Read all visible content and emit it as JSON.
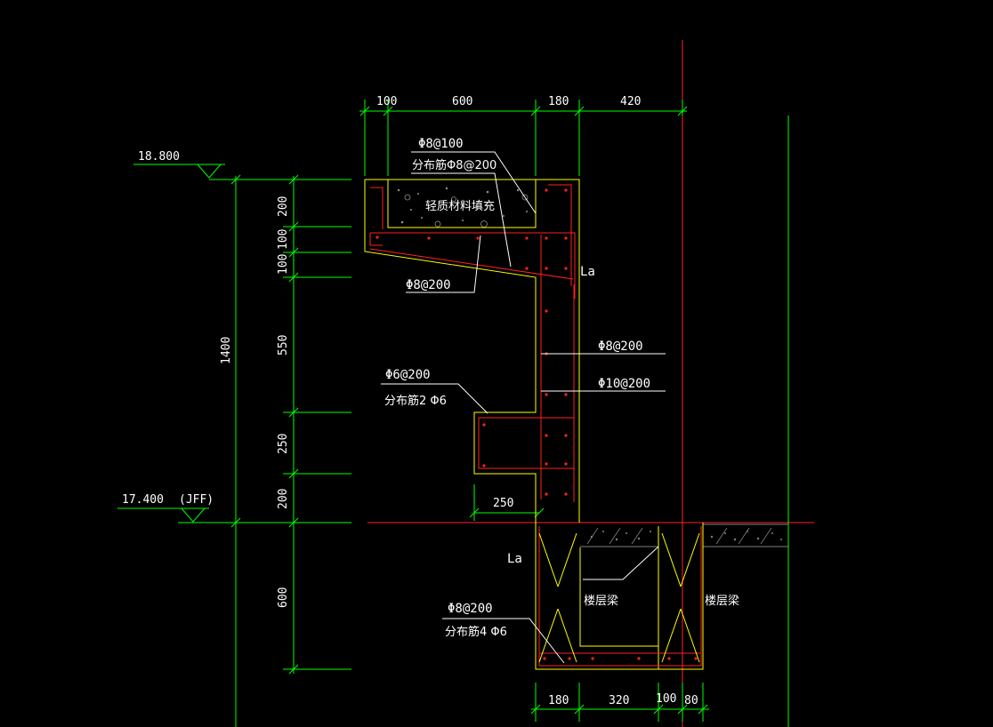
{
  "dims_top": [
    "100",
    "600",
    "180",
    "420"
  ],
  "dims_bottom": [
    "180",
    "320",
    "100",
    "80"
  ],
  "dims_left_inner": [
    "200",
    "100",
    "100",
    "550",
    "250",
    "200",
    "600"
  ],
  "dim_total": "1400",
  "dim_offset": "250",
  "elevation_top": "18.800",
  "elevation_bottom": "17.400",
  "elevation_bottom_note": "(JFF)",
  "labels": {
    "top_rebar": "Φ8@100",
    "top_dist": "分布筋Φ8@200",
    "fill": "轻质材料填充",
    "slab_rebar": "Φ8@200",
    "la_top": "La",
    "wall_rebar_1": "Φ8@200",
    "wall_rebar_2": "Φ10@200",
    "ledge_rebar": "Φ6@200",
    "ledge_dist": "分布筋2 Φ6",
    "la_bottom": "La",
    "beam_label_1": "楼层梁",
    "beam_label_2": "楼层梁",
    "beam_rebar": "Φ8@200",
    "beam_dist": "分布筋4 Φ6"
  },
  "colors": {
    "background": "#000000",
    "dimension": "#00ff00",
    "outline": "#ffff00",
    "rebar": "#ff2020",
    "text": "#ffffff",
    "hatch": "#808080"
  }
}
